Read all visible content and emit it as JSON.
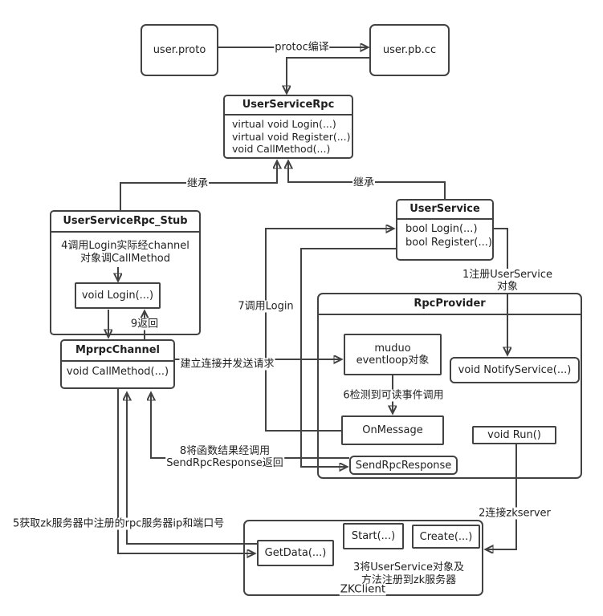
{
  "colors": {
    "stroke": "#424242",
    "text": "#1f1f1f",
    "background": "#ffffff"
  },
  "nodes": {
    "user_proto": {
      "title": "user.proto"
    },
    "user_pb_cc": {
      "title": "user.pb.cc"
    },
    "user_service_rpc": {
      "title": "UserServiceRpc",
      "methods": [
        "virtual void Login(...)",
        "virtual void Register(...)",
        "void CallMethod(...)"
      ]
    },
    "user_service_rpc_stub": {
      "title": "UserServiceRpc_Stub",
      "note": "4调用Login实际经channel\n对象调CallMethod",
      "login_method": "void Login(...)"
    },
    "mprpc_channel": {
      "title": "MprpcChannel",
      "method": "void CallMethod(...)"
    },
    "user_service": {
      "title": "UserService",
      "methods": [
        "bool Login(...)",
        "bool Register(...)"
      ]
    },
    "rpc_provider": {
      "title": "RpcProvider",
      "muduo_box": "muduo\neventloop对象",
      "notify_service": "void NotifyService(...)",
      "on_message": "OnMessage",
      "run": "void Run()",
      "send_rpc_response": "SendRpcResponse"
    },
    "zk_client": {
      "title": "ZKClient",
      "get_data": "GetData(...)",
      "start": "Start(...)",
      "create": "Create(...)",
      "note": "3将UserService对象及\n方法注册到zk服务器"
    }
  },
  "edge_labels": {
    "protoc_compile": "protoc编译",
    "inherit_left": "继承",
    "inherit_right": "继承",
    "step1_register": "1注册UserService对象",
    "step2_connect_zk": "2连接zkserver",
    "step5_get_data": "5获取zk服务器中注册的rpc服务器ip和端口号",
    "step6_readable_event": "6检测到可读事件调用",
    "step7_call_login": "7调用Login",
    "step8_send_response": "8将函数结果经调用\nSendRpcResponse返回",
    "step9_return": "9返回",
    "connect_send": "建立连接并发送请求"
  }
}
